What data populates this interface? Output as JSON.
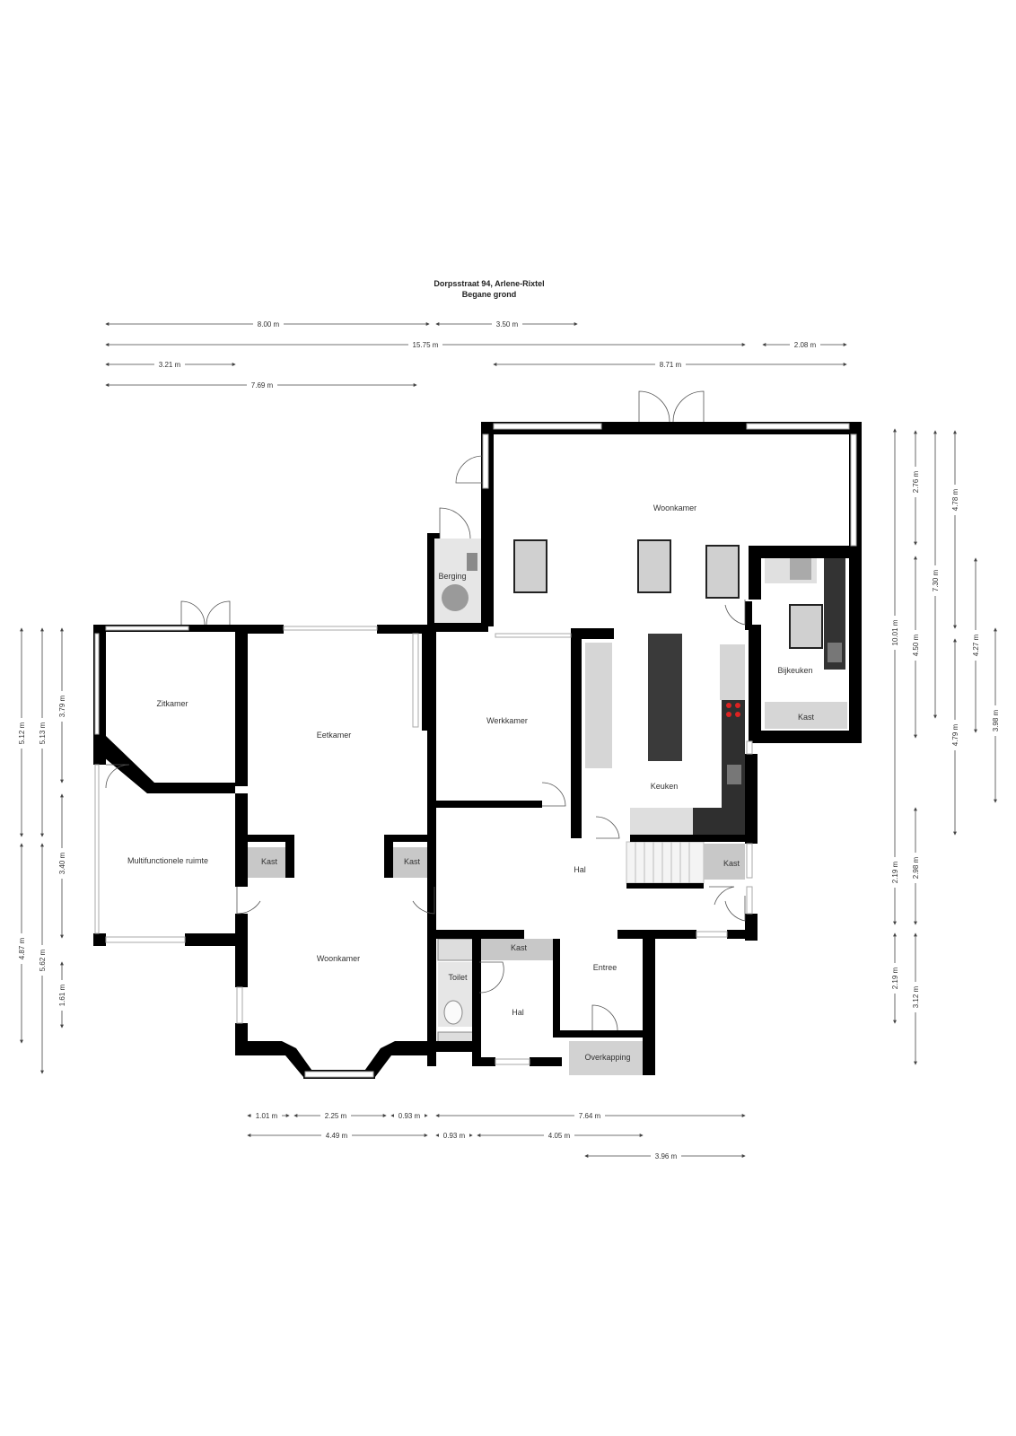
{
  "header": {
    "address": "Dorpsstraat 94, Arlene-Rixtel",
    "floor": "Begane grond"
  },
  "rooms": {
    "woonkamer_back": "Woonkamer",
    "berging": "Berging",
    "zitkamer": "Zitkamer",
    "eetkamer": "Eetkamer",
    "werkkamer": "Werkkamer",
    "bijkeuken": "Bijkeuken",
    "kast_bijkeuken": "Kast",
    "keuken": "Keuken",
    "multifunctionele": "Multifunctionele ruimte",
    "kast_left": "Kast",
    "kast_mid": "Kast",
    "hal_main": "Hal",
    "kast_stairs": "Kast",
    "woonkamer_front": "Woonkamer",
    "kast_hall": "Kast",
    "entree": "Entree",
    "toilet": "Toilet",
    "hal_small": "Hal",
    "overkapping": "Overkapping"
  },
  "dimensions": {
    "top": [
      "8.00 m",
      "3.50 m",
      "15.75 m",
      "2.08 m",
      "3.21 m",
      "8.71 m",
      "7.69 m"
    ],
    "left": [
      "5.12 m",
      "5.13 m",
      "3.79 m",
      "3.40 m",
      "4.87 m",
      "5.62 m",
      "1.61 m"
    ],
    "right": [
      "2.76 m",
      "4.78 m",
      "7.30 m",
      "10.01 m",
      "4.50 m",
      "4.27 m",
      "4.79 m",
      "3.98 m",
      "2.19 m",
      "2.98 m",
      "2.19 m",
      "3.12 m"
    ],
    "bottom": [
      "1.01 m",
      "2.25 m",
      "0.93 m",
      "7.64 m",
      "4.49 m",
      "0.93 m",
      "4.05 m",
      "3.96 m"
    ]
  },
  "colors": {
    "wall": "#000000",
    "cabinet": "#c8c8c8",
    "counter": "#3a3a3a"
  }
}
